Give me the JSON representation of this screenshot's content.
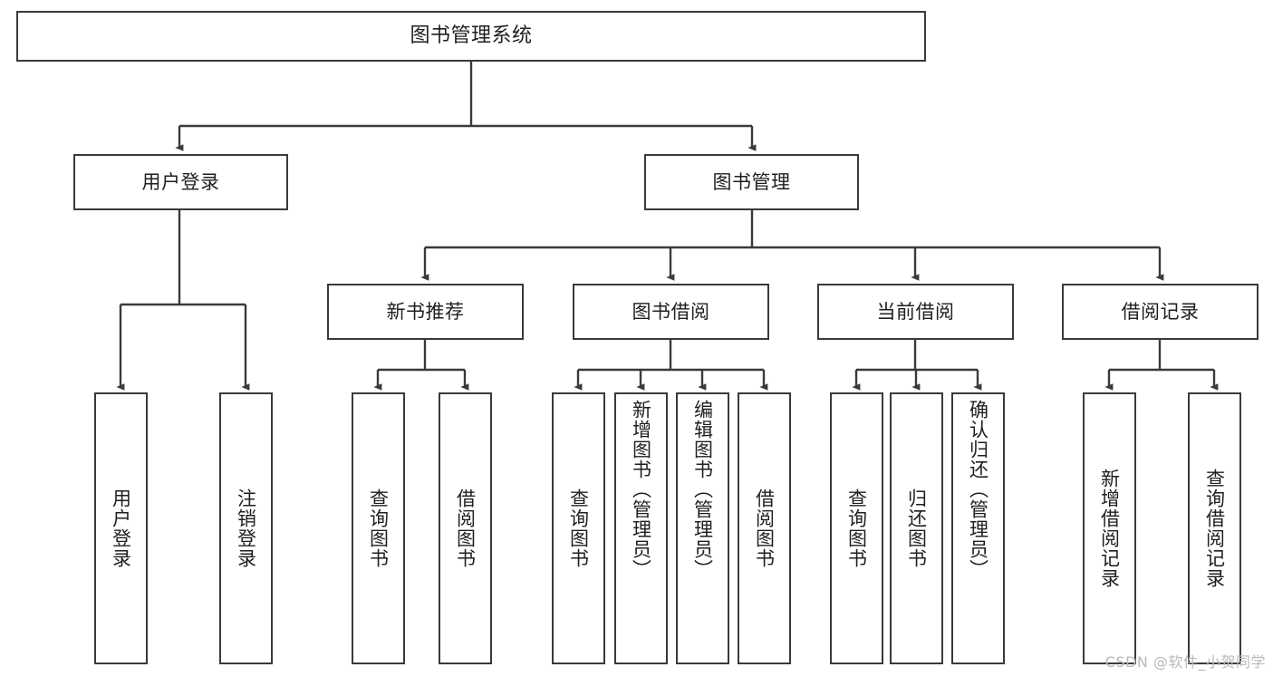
{
  "diagram": {
    "type": "tree",
    "title": "图书管理系统",
    "root": {
      "label": "图书管理系统"
    },
    "level1": [
      {
        "label": "用户登录"
      },
      {
        "label": "图书管理"
      }
    ],
    "level2": [
      {
        "label": "新书推荐"
      },
      {
        "label": "图书借阅"
      },
      {
        "label": "当前借阅"
      },
      {
        "label": "借阅记录"
      }
    ],
    "leaves": {
      "user_login": [
        {
          "label": "用户登录"
        },
        {
          "label": "注销登录"
        }
      ],
      "new_book_recommend": [
        {
          "label": "查询图书"
        },
        {
          "label": "借阅图书"
        }
      ],
      "book_borrow": [
        {
          "label": "查询图书"
        },
        {
          "label": "新增图书（管理员）"
        },
        {
          "label": "编辑图书（管理员）"
        },
        {
          "label": "借阅图书"
        }
      ],
      "current_borrow": [
        {
          "label": "查询图书"
        },
        {
          "label": "归还图书"
        },
        {
          "label": "确认归还（管理员）"
        }
      ],
      "borrow_record": [
        {
          "label": "新增借阅记录"
        },
        {
          "label": "查询借阅记录"
        }
      ]
    }
  },
  "watermark": {
    "text": "CSDN @软件_小贺同学"
  },
  "colors": {
    "border": "#3a3a3a",
    "text": "#1f1f1f",
    "background": "#ffffff",
    "watermark": "#b9b9b9"
  }
}
